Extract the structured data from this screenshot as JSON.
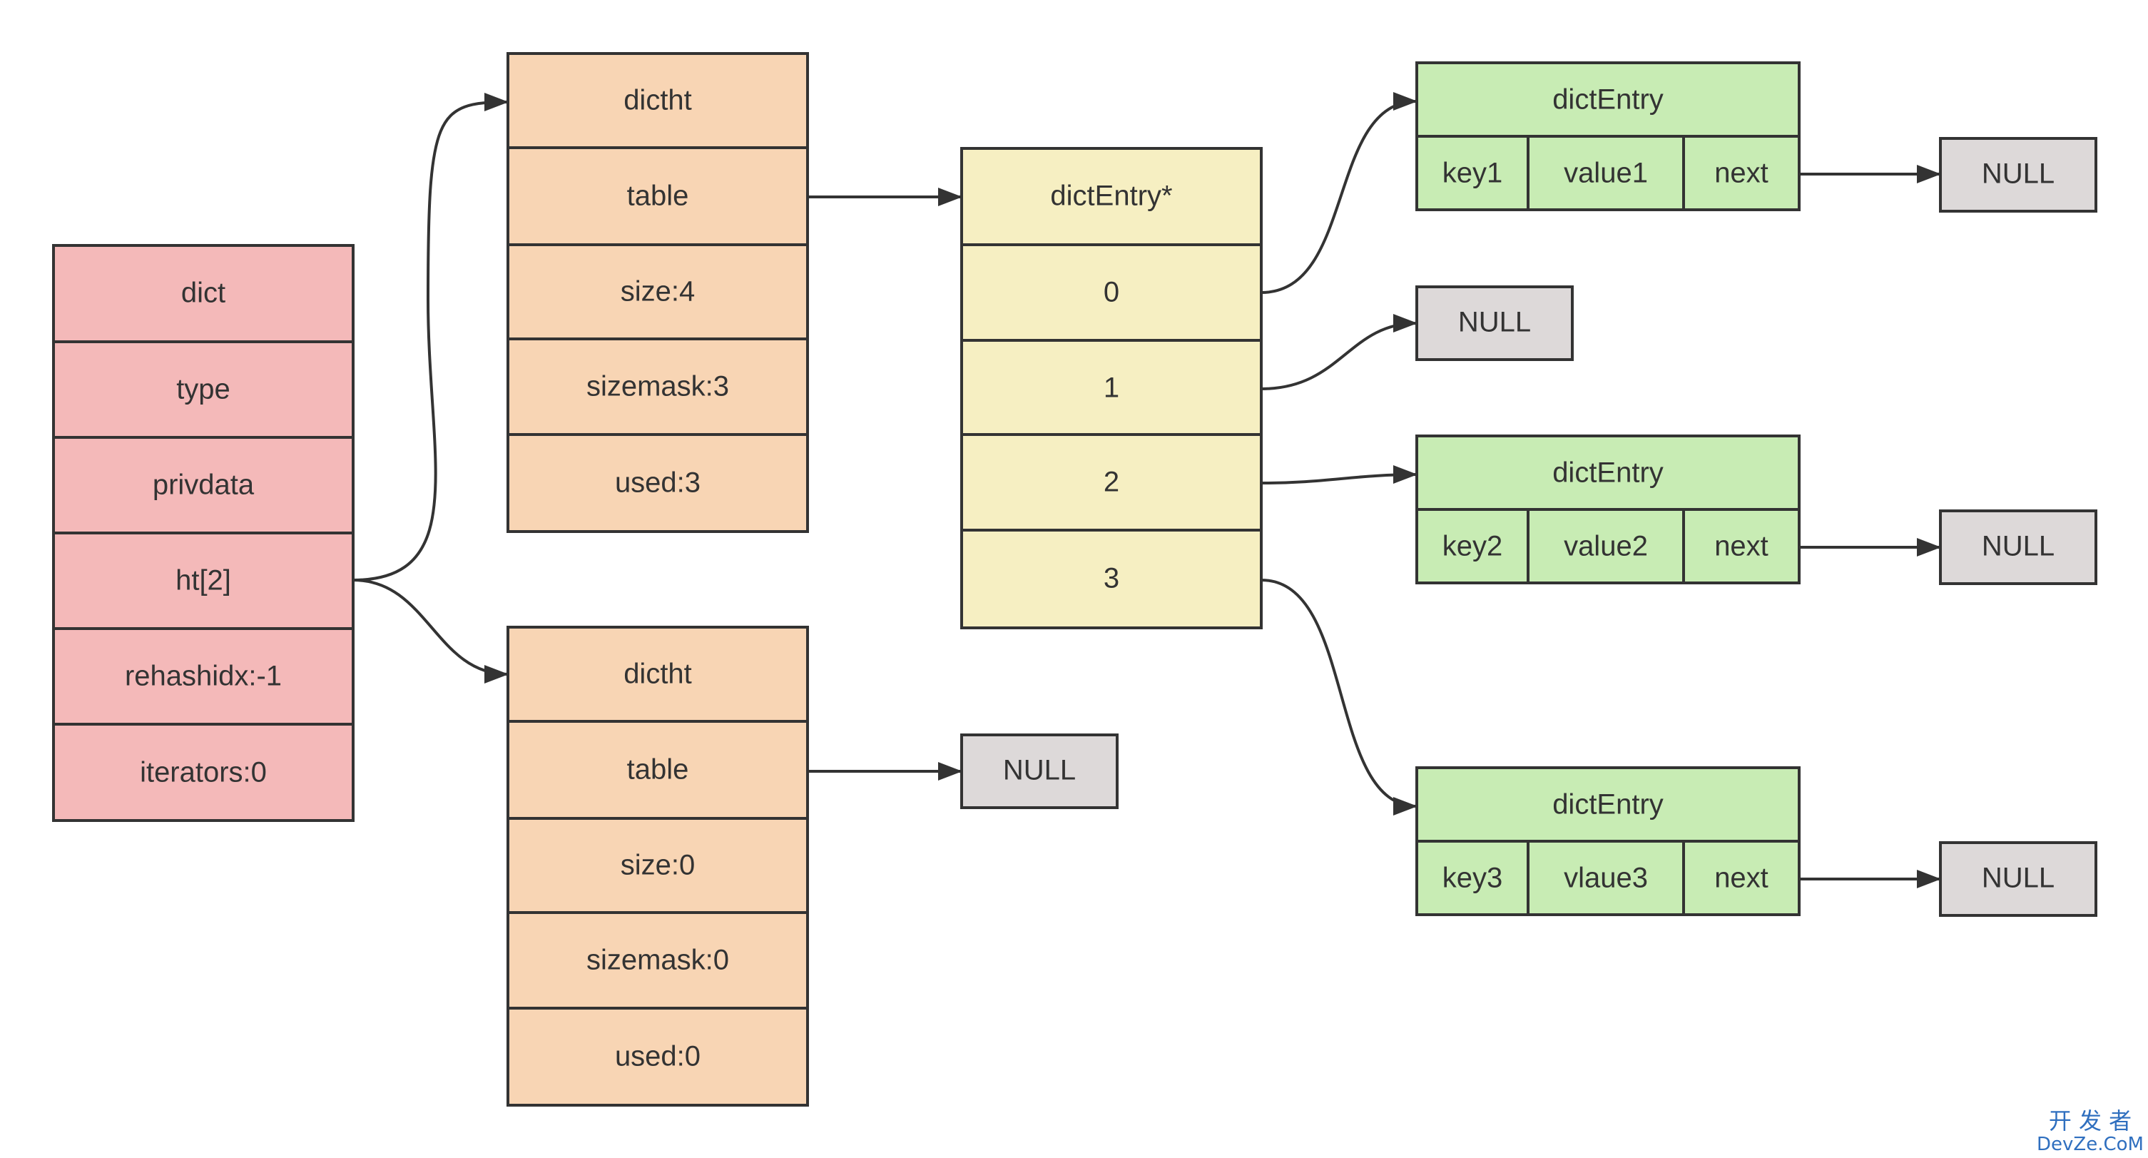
{
  "colors": {
    "dict": "#f4b9b9",
    "dictht": "#f8d5b4",
    "dict_entry_array": "#f6efc2",
    "dict_entry": "#c8ecb4",
    "null_node": "#ddd9d9",
    "stroke": "#333333",
    "watermark": "#2f6fbf"
  },
  "dict": {
    "title": "dict",
    "fields": [
      "type",
      "privdata",
      "ht[2]",
      "rehashidx:-1",
      "iterators:0"
    ]
  },
  "ht0": {
    "title": "dictht",
    "fields": [
      "table",
      "size:4",
      "sizemask:3",
      "used:3"
    ]
  },
  "ht1": {
    "title": "dictht",
    "fields": [
      "table",
      "size:0",
      "sizemask:0",
      "used:0"
    ]
  },
  "table_array": {
    "title": "dictEntry*",
    "slots": [
      "0",
      "1",
      "2",
      "3"
    ]
  },
  "entries": [
    {
      "title": "dictEntry",
      "key": "key1",
      "value": "value1",
      "next": "next",
      "null": "NULL"
    },
    {
      "title": "dictEntry",
      "key": "key2",
      "value": "value2",
      "next": "next",
      "null": "NULL"
    },
    {
      "title": "dictEntry",
      "key": "key3",
      "value": "vlaue3",
      "next": "next",
      "null": "NULL"
    }
  ],
  "slot1_null": "NULL",
  "ht1_table_null": "NULL",
  "watermark": {
    "cn": "开 发 者",
    "en": "DevZe.CoM"
  }
}
